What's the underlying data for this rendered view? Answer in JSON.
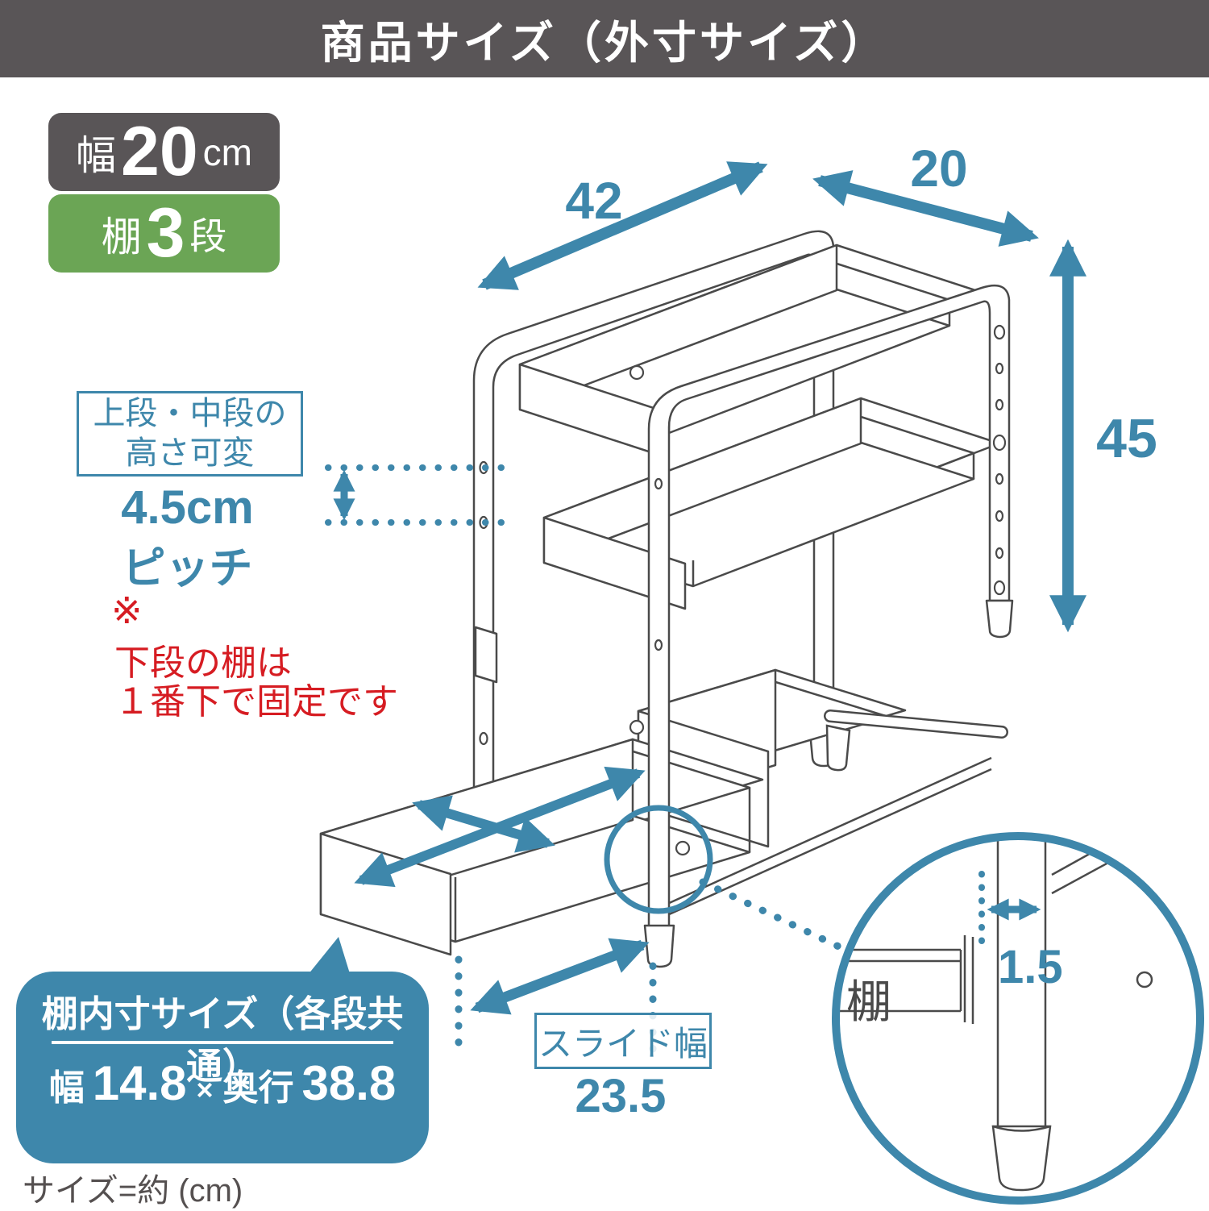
{
  "header": {
    "title": "商品サイズ（外寸サイズ）"
  },
  "badge_width": {
    "label": "幅",
    "value": "20",
    "unit": "cm"
  },
  "badge_shelf": {
    "label": "棚",
    "value": "3",
    "unit": "段"
  },
  "dimensions": {
    "depth": "42",
    "width": "20",
    "height": "45"
  },
  "pitch": {
    "box_line1": "上段・中段の",
    "box_line2": "高さ可変",
    "value": "4.5cm",
    "unit_label": "ピッチ"
  },
  "warning": {
    "mark": "※",
    "line1": "下段の棚は",
    "line2": "１番下で固定です"
  },
  "inner_size": {
    "title": "棚内寸サイズ（各段共通）",
    "width_label": "幅",
    "width_value": "14.8",
    "times": "×",
    "depth_label": "奥行",
    "depth_value": "38.8"
  },
  "slide": {
    "label": "スライド幅",
    "value": "23.5"
  },
  "magnifier": {
    "shelf_label": "棚",
    "gap_value": "1.5"
  },
  "footnote": {
    "text": "サイズ=約 (cm)"
  },
  "colors": {
    "accent_teal": "#3e87ab",
    "header_gray": "#595557",
    "badge_green": "#6ba555",
    "warning_red": "#d61c22",
    "line_gray": "#4a4a4a"
  }
}
